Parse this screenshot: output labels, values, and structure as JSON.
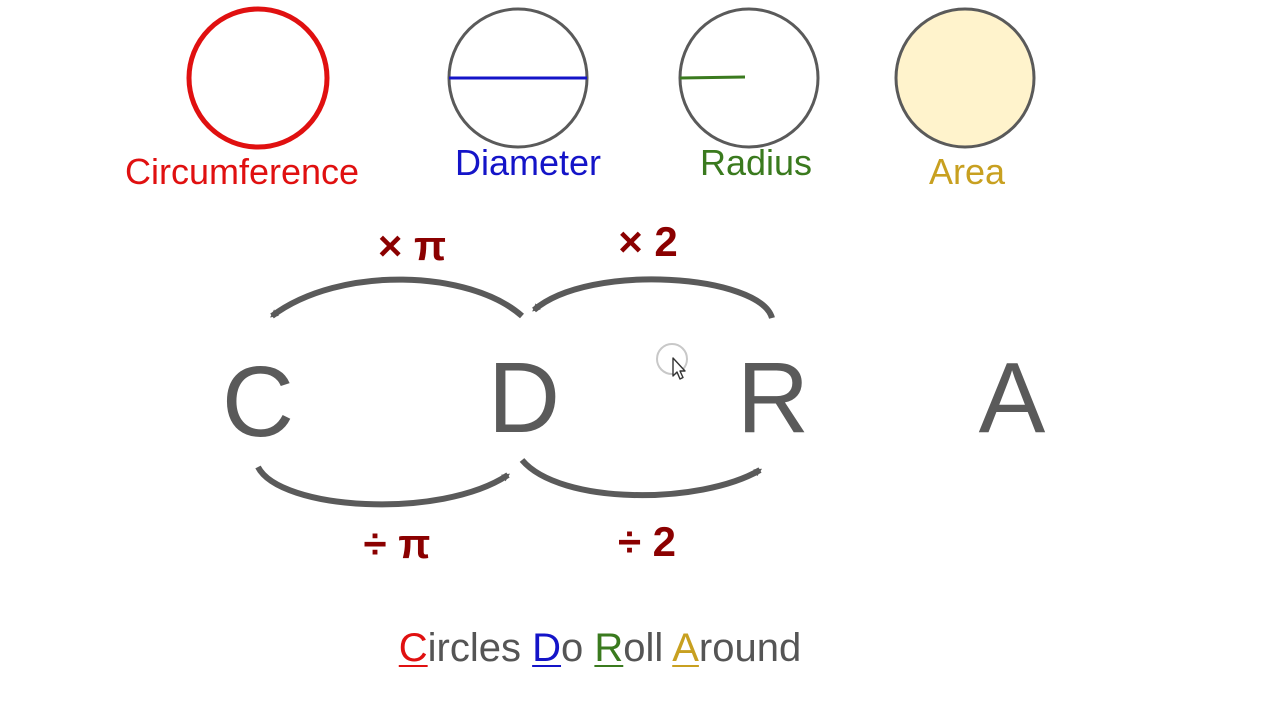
{
  "colors": {
    "circumference": "#e01010",
    "diameter": "#1414c8",
    "radius": "#3a7a1e",
    "area": "#c8a020",
    "area_fill": "#fff3cc",
    "circle_outline": "#5a5a5a",
    "operation": "#8b0000",
    "letter": "#5a5a5a",
    "arrow": "#5a5a5a",
    "mnemonic_text": "#555555"
  },
  "shapes": [
    {
      "name": "circumference",
      "label": "Circumference",
      "icon": "circle-outline-icon"
    },
    {
      "name": "diameter",
      "label": "Diameter",
      "icon": "circle-diameter-icon"
    },
    {
      "name": "radius",
      "label": "Radius",
      "icon": "circle-radius-icon"
    },
    {
      "name": "area",
      "label": "Area",
      "icon": "circle-filled-icon"
    }
  ],
  "letters": {
    "c": "C",
    "d": "D",
    "r": "R",
    "a": "A"
  },
  "operations": {
    "d_to_c": "× π",
    "r_to_d": "× 2",
    "c_to_d": "÷ π",
    "d_to_r": "÷ 2"
  },
  "mnemonic": [
    {
      "initial": "C",
      "rest": "ircles",
      "color_key": "circumference"
    },
    {
      "initial": "D",
      "rest": "o",
      "color_key": "diameter"
    },
    {
      "initial": "R",
      "rest": "oll",
      "color_key": "radius"
    },
    {
      "initial": "A",
      "rest": "round",
      "color_key": "area"
    }
  ]
}
